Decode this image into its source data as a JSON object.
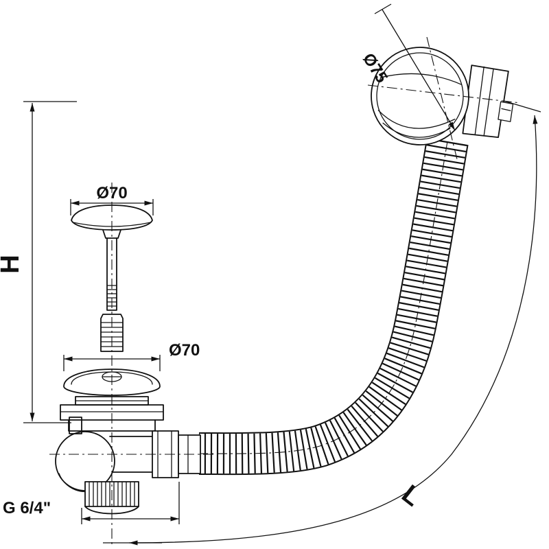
{
  "drawing": {
    "type": "technical-drawing",
    "subject": "bath-waste-overflow-set",
    "line_color": "#111111",
    "background_color": "#ffffff",
    "labels": {
      "height": "H",
      "length": "L",
      "plug_diameter": "Ø70",
      "strainer_diameter": "Ø70",
      "overflow_diameter": "Ø75",
      "outlet_thread": "G 6/4\""
    }
  }
}
